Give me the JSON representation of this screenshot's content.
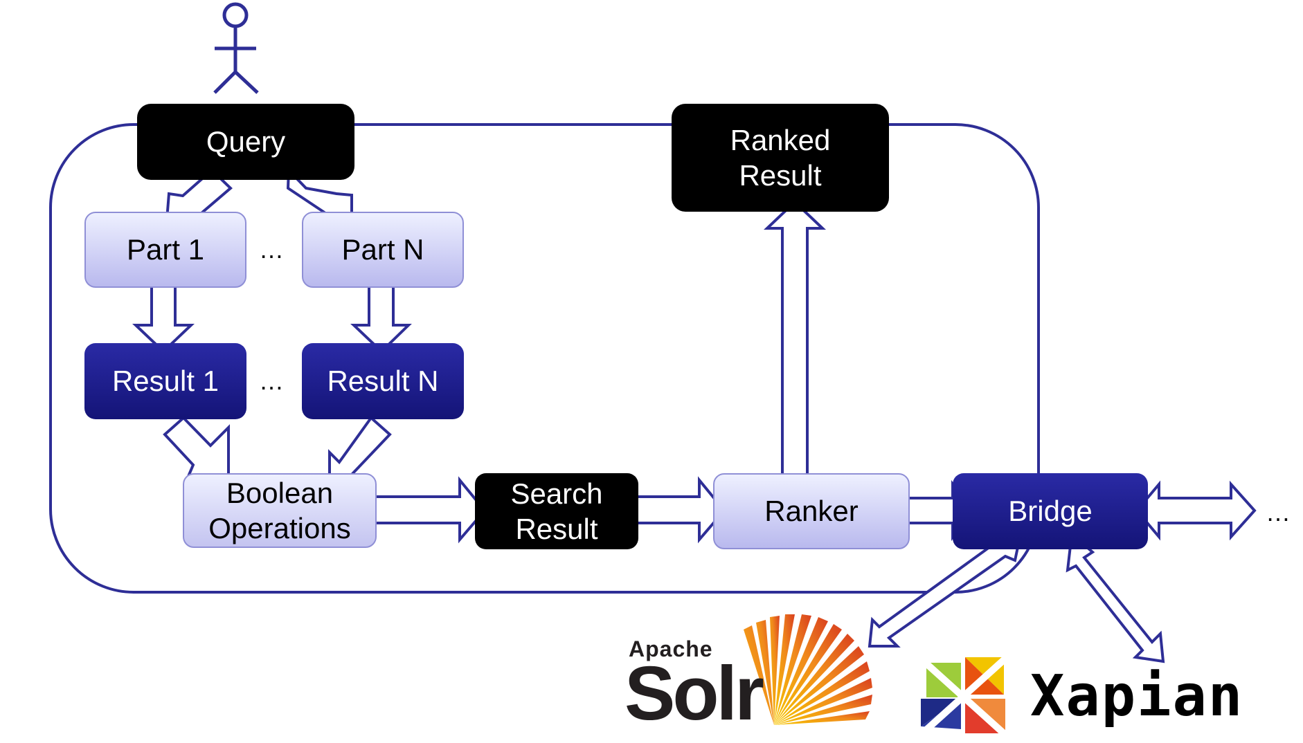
{
  "nodes": {
    "query": "Query",
    "ranked_result": "Ranked\nResult",
    "part_1": "Part 1",
    "part_n": "Part N",
    "result_1": "Result 1",
    "result_n": "Result N",
    "boolean_operations": "Boolean\nOperations",
    "search_result": "Search\nResult",
    "ranker": "Ranker",
    "bridge": "Bridge"
  },
  "ellipsis": {
    "parts": "…",
    "results": "…",
    "bridge_out": "…"
  },
  "logos": {
    "solr_top": "Apache",
    "solr_word": "Solr",
    "xapian_word": "Xapian"
  },
  "colors": {
    "outline": "#2e2e96",
    "black_box": "#000000",
    "navy_box": "#1b1b86",
    "light_box": "#c8c8f2"
  },
  "icons": [
    "user-actor-icon",
    "apache-solr-logo",
    "xapian-logo"
  ]
}
